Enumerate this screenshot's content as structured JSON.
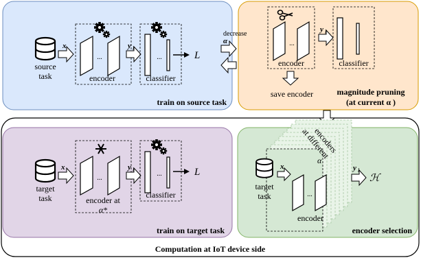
{
  "colors": {
    "source_panel": "#dae8fc",
    "source_border": "#6c8ebf",
    "pruning_panel": "#ffe6cc",
    "pruning_border": "#d79b00",
    "target_panel": "#e1d5e7",
    "target_border": "#9673a6",
    "selection_panel": "#d5e8d4",
    "selection_border": "#82b366"
  },
  "source": {
    "task_line1": "source",
    "task_line2": "task",
    "input_var": "x",
    "encoder_label": "encoder",
    "ellipsis": "...",
    "output_var": "y",
    "output_sub": "l",
    "classifier_label": "classifier",
    "loss": "L",
    "panel_title": "train on source task"
  },
  "pruning": {
    "output_var": "y",
    "output_sub": "l",
    "encoder_label": "encoder",
    "classifier_label": "classifier",
    "ellipsis": "...",
    "save_label": "save encoder",
    "title_line1": "magnitude pruning",
    "title_line2": "(at current α )"
  },
  "loop": {
    "decrease_label": "decrease",
    "alpha": "α"
  },
  "iot": {
    "title": "Computation at IoT device side"
  },
  "target": {
    "task_line1": "target",
    "task_line2": "task",
    "input_var": "x",
    "encoder_line1": "encoder at",
    "encoder_line2": "α*",
    "ellipsis": "...",
    "output_var": "y",
    "output_sub": "l",
    "classifier_label": "classifier",
    "loss": "L",
    "panel_title": "train on target task"
  },
  "selection": {
    "stack_line1": "encoders",
    "stack_line2": "at different",
    "stack_line3": "α",
    "task_line1": "target",
    "task_line2": "task",
    "input_var": "x",
    "encoder_label": "encoder",
    "ellipsis": "...",
    "output_var": "y",
    "output_sub": "l",
    "metric": "ℋ",
    "panel_title": "encoder selection"
  }
}
